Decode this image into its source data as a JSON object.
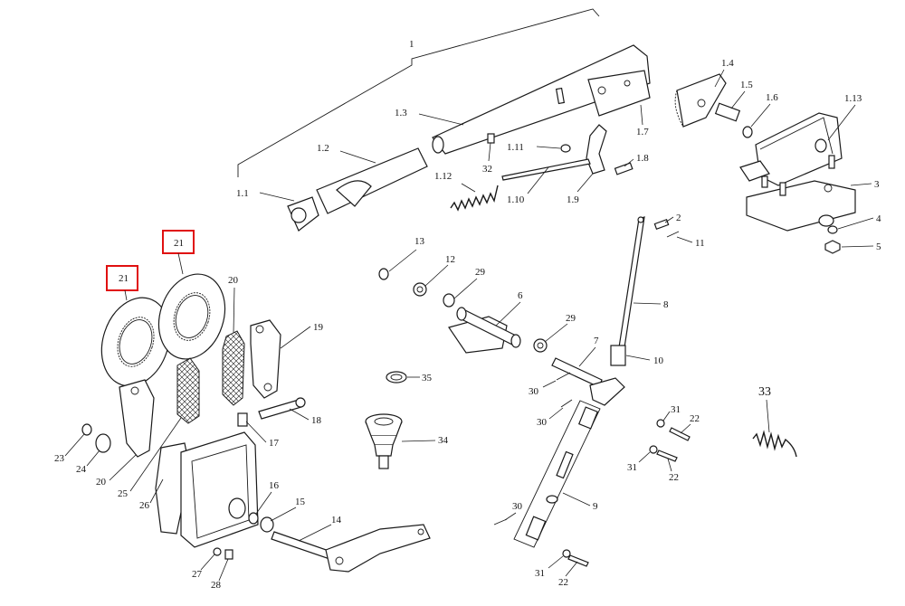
{
  "diagram": {
    "labels": {
      "l1": "1",
      "l1_1": "1.1",
      "l1_2": "1.2",
      "l1_3": "1.3",
      "l1_4": "1.4",
      "l1_5": "1.5",
      "l1_6": "1.6",
      "l1_7": "1.7",
      "l1_8": "1.8",
      "l1_9": "1.9",
      "l1_10": "1.10",
      "l1_11": "1.11",
      "l1_12": "1.12",
      "l1_13": "1.13",
      "l2": "2",
      "l3": "3",
      "l4": "4",
      "l5": "5",
      "l6": "6",
      "l7": "7",
      "l8": "8",
      "l9": "9",
      "l10": "10",
      "l11": "11",
      "l12": "12",
      "l13": "13",
      "l14": "14",
      "l15": "15",
      "l16": "16",
      "l17": "17",
      "l18": "18",
      "l19": "19",
      "l20a": "20",
      "l20b": "20",
      "l21a": "21",
      "l21b": "21",
      "l22a": "22",
      "l22b": "22",
      "l22c": "22",
      "l23": "23",
      "l24": "24",
      "l25": "25",
      "l26": "26",
      "l27": "27",
      "l28": "28",
      "l29a": "29",
      "l29b": "29",
      "l30a": "30",
      "l30b": "30",
      "l30c": "30",
      "l31a": "31",
      "l31b": "31",
      "l31c": "31",
      "l32": "32",
      "l33": "33",
      "l34": "34",
      "l35": "35"
    },
    "highlight_color": "#e01010"
  }
}
